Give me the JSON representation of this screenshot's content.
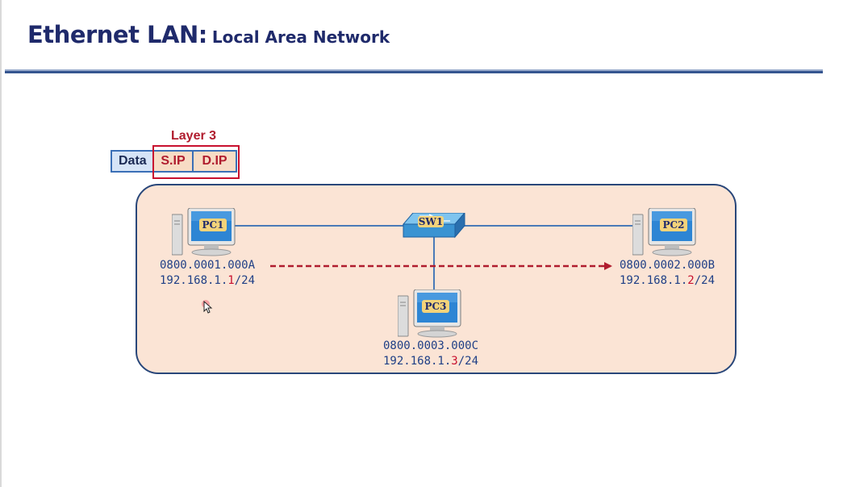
{
  "title": {
    "main": "Ethernet LAN:",
    "sub": "Local Area Network"
  },
  "packet": {
    "layer_label": "Layer 3",
    "fields": [
      "Data",
      "S.IP",
      "D.IP"
    ]
  },
  "devices": {
    "pc1": {
      "label": "PC1",
      "mac": "0800.0001.000A",
      "ip_prefix": "192.168.1.",
      "ip_host": "1",
      "ip_suffix": "/24"
    },
    "pc2": {
      "label": "PC2",
      "mac": "0800.0002.000B",
      "ip_prefix": "192.168.1.",
      "ip_host": "2",
      "ip_suffix": "/24"
    },
    "pc3": {
      "label": "PC3",
      "mac": "0800.0003.000C",
      "ip_prefix": "192.168.1.",
      "ip_host": "3",
      "ip_suffix": "/24"
    },
    "switch": {
      "label": "SW1"
    }
  },
  "colors": {
    "title": "#1f2a6b",
    "accent_red": "#c8102e",
    "network_fill": "#fbe4d5",
    "network_border": "#29477a",
    "link": "#4a7ab8",
    "address_text": "#1f3f86"
  },
  "icons": [
    "pc-icon",
    "switch-icon",
    "pointer-cursor-icon"
  ]
}
